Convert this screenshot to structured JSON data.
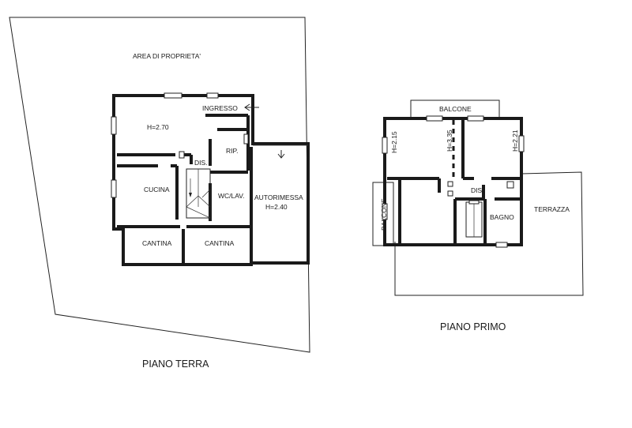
{
  "piano_terra": {
    "title": "PIANO TERRA",
    "area": "AREA DI PROPRIETA'",
    "rooms": {
      "ingresso": "INGRESSO",
      "height_main": "H=2.70",
      "ripostiglio": "RIP.",
      "disimpegno": "DIS.",
      "cucina": "CUCINA",
      "wc": "WC/LAV.",
      "autorimessa": "AUTORIMESSA",
      "height_garage": "H=2.40",
      "cantina_1": "CANTINA",
      "cantina_2": "CANTINA"
    }
  },
  "piano_primo": {
    "title": "PIANO PRIMO",
    "rooms": {
      "balcone_top": "BALCONE",
      "h1": "H=2.15",
      "h2": "H=3.35",
      "h3": "H=2.21",
      "disimpegno": "DIS.",
      "bagno": "BAGNO",
      "terrazza": "TERRAZZA",
      "balcone_left": "BALCONE"
    }
  }
}
